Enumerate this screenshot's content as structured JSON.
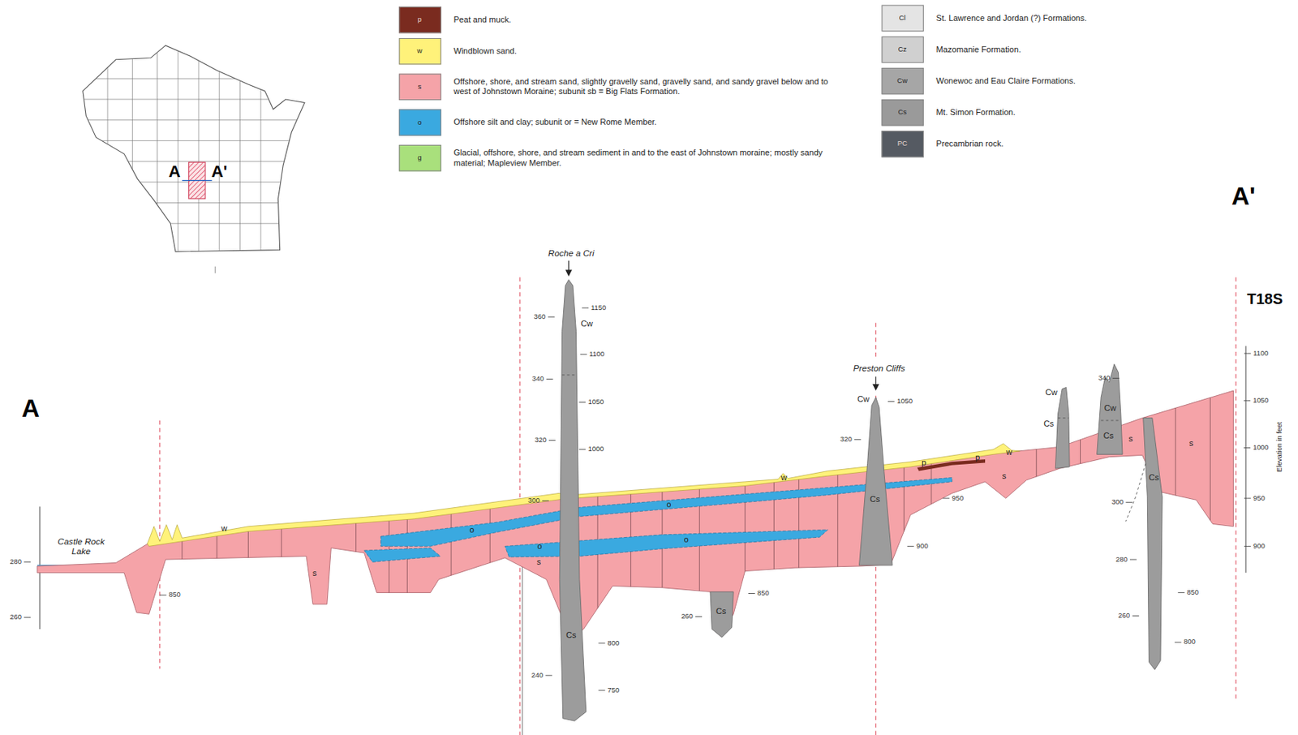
{
  "diagram": {
    "labels": [
      "A",
      "A'",
      "T18S",
      "A",
      "A'",
      "Castle Rock Lake",
      "Roche a Cri",
      "Preston Cliffs",
      "Elevation in feet",
      "360",
      "340",
      "320",
      "300",
      "240",
      "1150",
      "1100",
      "1050",
      "1000",
      "800",
      "750",
      "280",
      "260",
      "850",
      "850",
      "260",
      "1050",
      "320",
      "950",
      "900",
      "340",
      "300",
      "280",
      "260",
      "850",
      "800",
      "1100",
      "1050",
      "1000",
      "950",
      "900",
      "Cw",
      "Cs",
      "Cs",
      "Cw",
      "Cs",
      "Cw",
      "Cs",
      "Cw",
      "Cs",
      "Cs",
      "s",
      "s",
      "s",
      "s",
      "o",
      "o",
      "o",
      "o",
      "w",
      "w",
      "w",
      "p",
      "p",
      "s",
      "p",
      "w",
      "s",
      "o",
      "g",
      "Cl",
      "Cz",
      "Cw",
      "Cs",
      "PC"
    ],
    "legend": [
      {
        "text": "Peat and muck.",
        "color": "#7a2b1f"
      },
      {
        "text": "Windblown sand.",
        "color": "#fff27a"
      },
      {
        "text": "Offshore, shore, and stream sand, slightly gravelly sand, gravelly sand, and sandy gravel below and to west of Johnstown Moraine; subunit sb = Big Flats Formation.",
        "color": "#f5a3a8"
      },
      {
        "text": "Offshore silt and clay; subunit or = New Rome Member.",
        "color": "#3aa9e0"
      },
      {
        "text": "Glacial, offshore, shore, and stream sediment in and to the east of Johnstown moraine; mostly sandy material; Mapleview Member.",
        "color": "#a9e07c"
      },
      {
        "text": "St. Lawrence and Jordan (?) Formations.",
        "color": "#e4e4e4"
      },
      {
        "text": "Mazomanie Formation.",
        "color": "#d0d0d0"
      },
      {
        "text": "Wonewoc and Eau Claire Formations.",
        "color": "#a6a6a6"
      },
      {
        "text": "Mt. Simon Formation.",
        "color": "#9a9a9a"
      },
      {
        "text": "Precambrian rock.",
        "color": "#555a62"
      }
    ]
  }
}
